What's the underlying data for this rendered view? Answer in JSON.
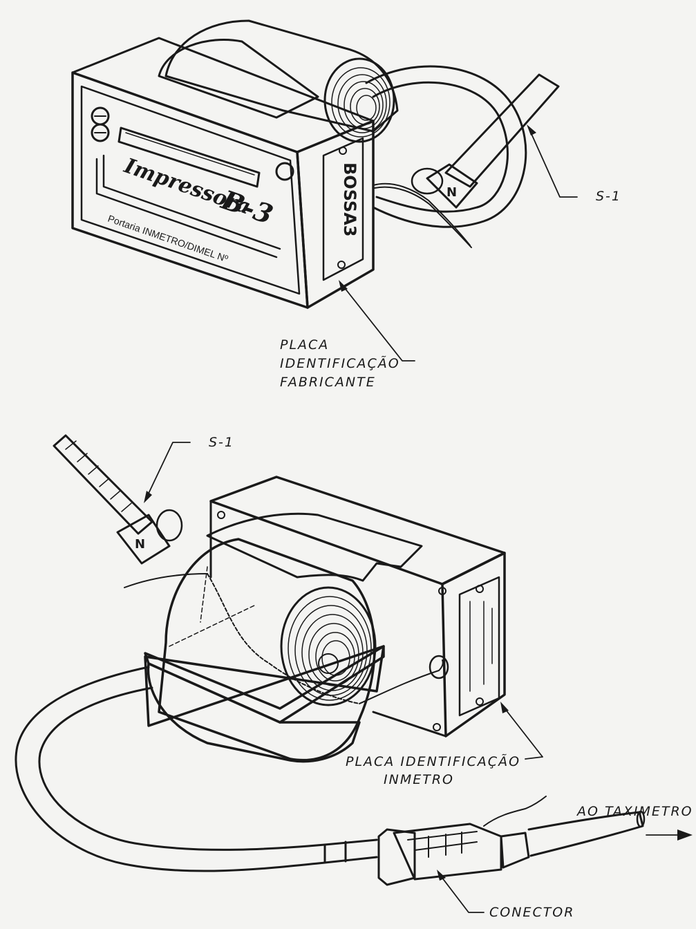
{
  "top_device": {
    "brand_text": "Impressora",
    "model_text": "B-3",
    "portaria_text": "Portaria INMETRO/DIMEL Nº",
    "side_plate_text": "BOSSA3"
  },
  "labels": {
    "s1_top": "S-1",
    "s1_bottom": "S-1",
    "placa_fabricante": [
      "PLACA",
      "IDENTIFICAÇÃO",
      "FABRICANTE"
    ],
    "placa_inmetro": [
      "PLACA IDENTIFICAÇÃO",
      "INMETRO"
    ],
    "ao_taximetro": "AO TAXIMETRO",
    "conector": "CONECTOR"
  },
  "colors": {
    "ink": "#1a1a1a",
    "paper": "#f4f4f2",
    "white": "#ffffff"
  }
}
